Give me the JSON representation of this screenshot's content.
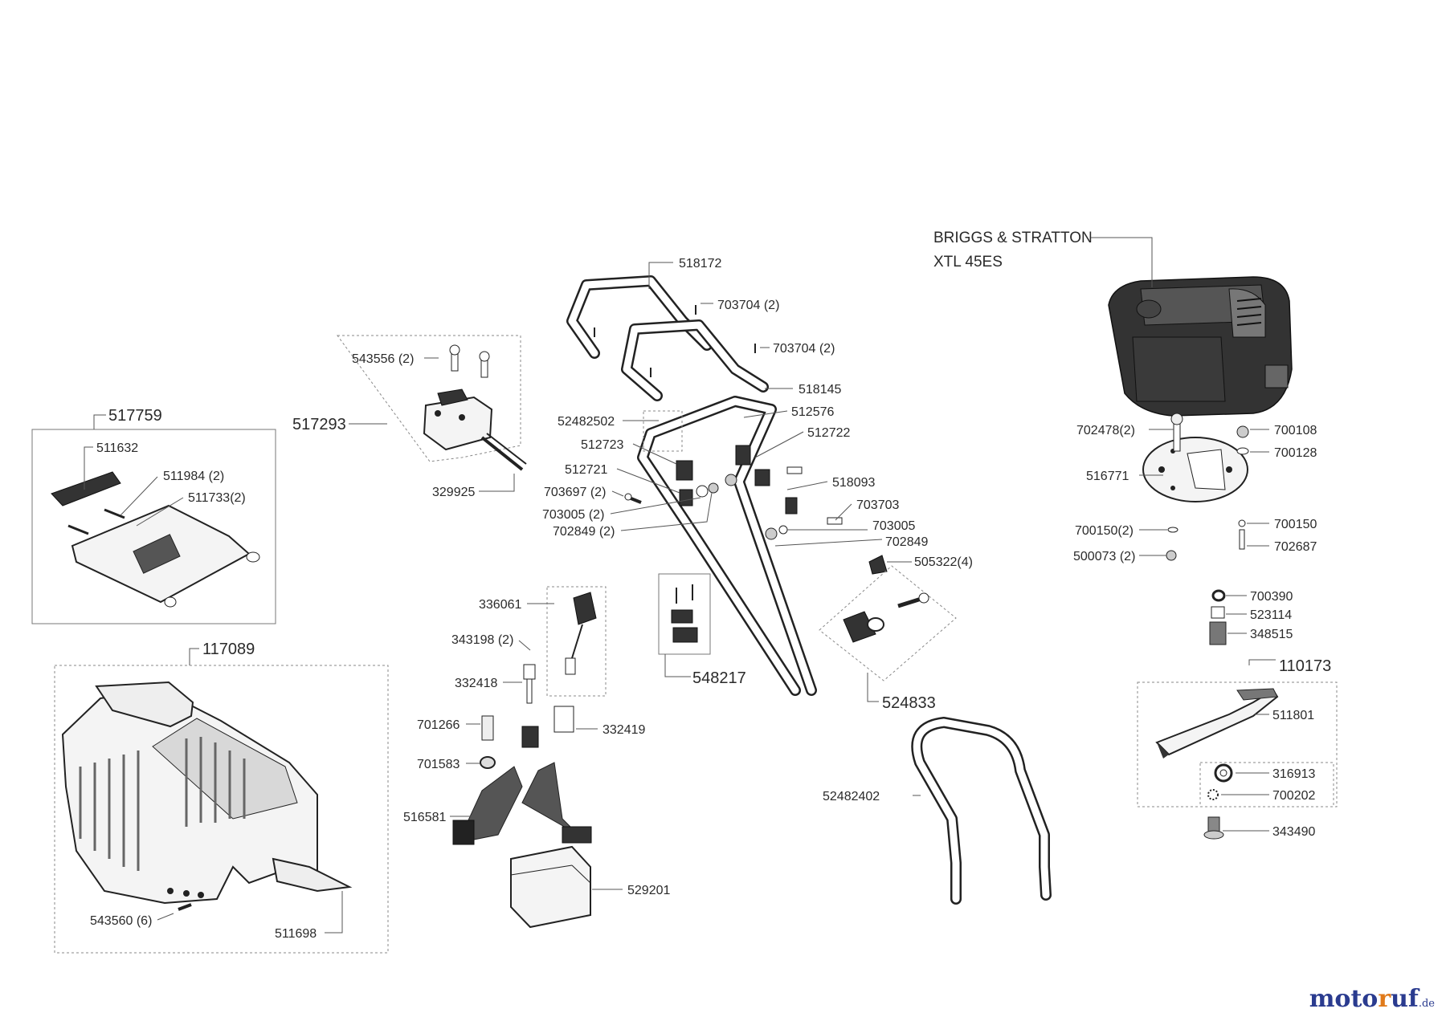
{
  "engine": {
    "line1": "BRIGGS  & STRATTON",
    "line2": "XTL 45ES"
  },
  "labels": {
    "p518172": "518172",
    "p703704a": "703704 (2)",
    "p703704b": "703704 (2)",
    "p518145": "518145",
    "p543556": "543556 (2)",
    "p517293": "517293",
    "p329925": "329925",
    "p517759": "517759",
    "p511632": "511632",
    "p511984": "511984 (2)",
    "p511733": "511733(2)",
    "p52482502": "52482502",
    "p512723": "512723",
    "p512721": "512721",
    "p703697": "703697 (2)",
    "p703005a": "703005 (2)",
    "p702849a": "702849 (2)",
    "p512576": "512576",
    "p512722": "512722",
    "p518093": "518093",
    "p703703": "703703",
    "p703005b": "703005",
    "p702849b": "702849",
    "p505322": "505322(4)",
    "p548217": "548217",
    "p524833": "524833",
    "p336061": "336061",
    "p343198": "343198 (2)",
    "p332418": "332418",
    "p701266": "701266",
    "p332419": "332419",
    "p701583": "701583",
    "p516581": "516581",
    "p529201": "529201",
    "p117089": "117089",
    "p543560": "543560 (6)",
    "p511698": "511698",
    "p52482402": "52482402",
    "p702478": "702478(2)",
    "p700108": "700108",
    "p700128": "700128",
    "p516771": "516771",
    "p700150a": "700150(2)",
    "p700150b": "700150",
    "p500073": "500073 (2)",
    "p702687": "702687",
    "p700390": "700390",
    "p523114": "523114",
    "p348515": "348515",
    "p110173": "110173",
    "p511801": "511801",
    "p316913": "316913",
    "p700202": "700202",
    "p343490": "343490"
  },
  "logo": {
    "part1": "moto",
    "part2": "r",
    "part3": "uf",
    "tld": ".de"
  }
}
